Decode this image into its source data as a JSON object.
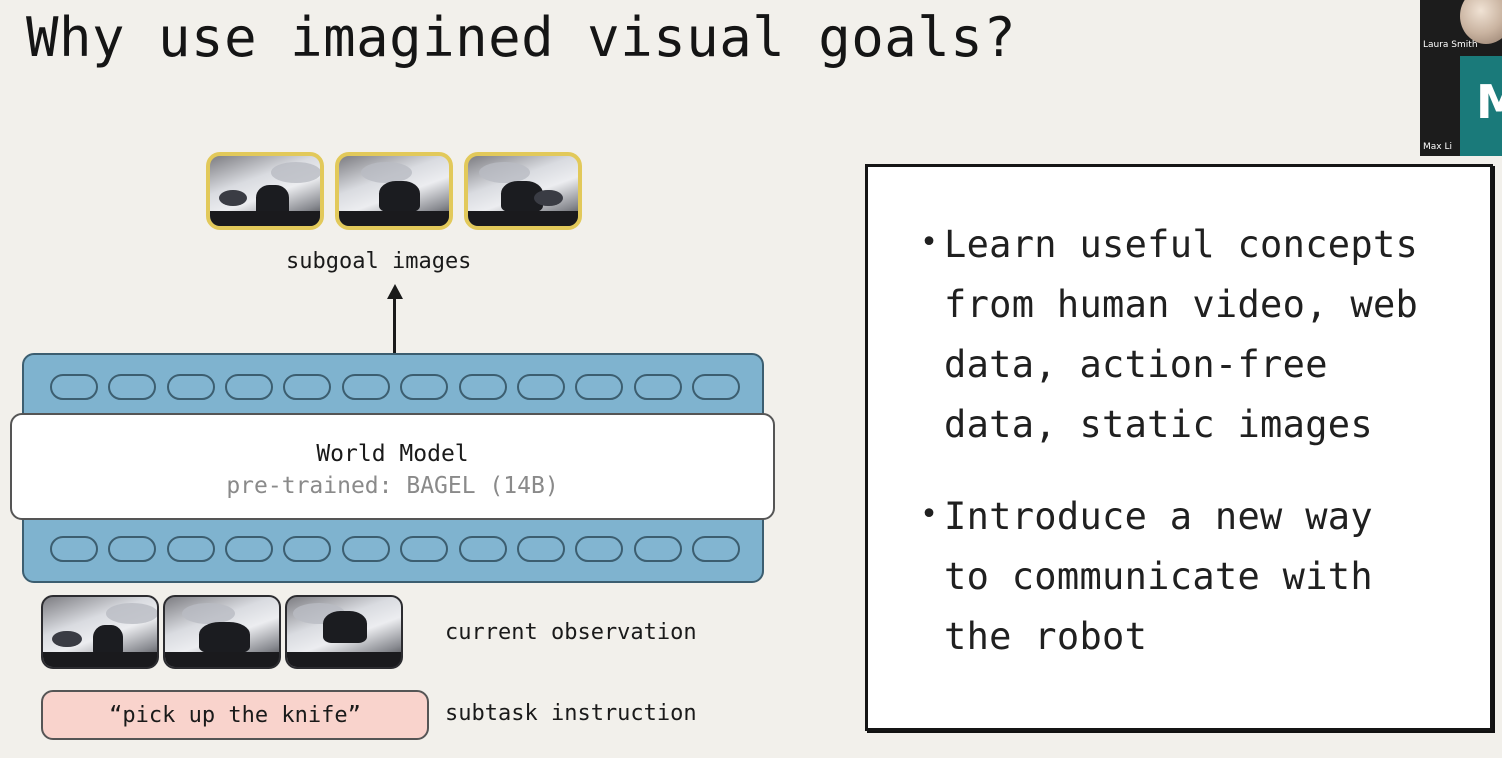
{
  "slide": {
    "title": "Why use imagined visual goals?"
  },
  "diagram": {
    "subgoal_label": "subgoal images",
    "model_title": "World Model",
    "model_subtitle": "pre-trained: BAGEL (14B)",
    "observation_label": "current observation",
    "instruction_text": "“pick up the knife”",
    "instruction_label": "subtask instruction",
    "subgoal_image_count": 3,
    "observation_image_count": 3,
    "token_count_per_band": 12,
    "colors": {
      "token_band": "#7fb3cf",
      "subgoal_border": "#e2c95a",
      "instruction_fill": "#f9d3cc"
    }
  },
  "bullets": {
    "items": [
      "Learn useful concepts from human video, web data, action-free data, static images",
      "Introduce a new way to communicate with the robot"
    ],
    "lines": [
      [
        "Learn useful concepts",
        "from human video, web",
        "data, action-free",
        "data, static images"
      ],
      [
        "Introduce a new way",
        "to communicate with",
        "the robot"
      ]
    ]
  },
  "video_call": {
    "participants": [
      {
        "name": "Laura Smith",
        "avatar_letter": ""
      },
      {
        "name": "Max Li",
        "avatar_letter": "M"
      }
    ],
    "avatar_color": "#1a7a7a"
  }
}
